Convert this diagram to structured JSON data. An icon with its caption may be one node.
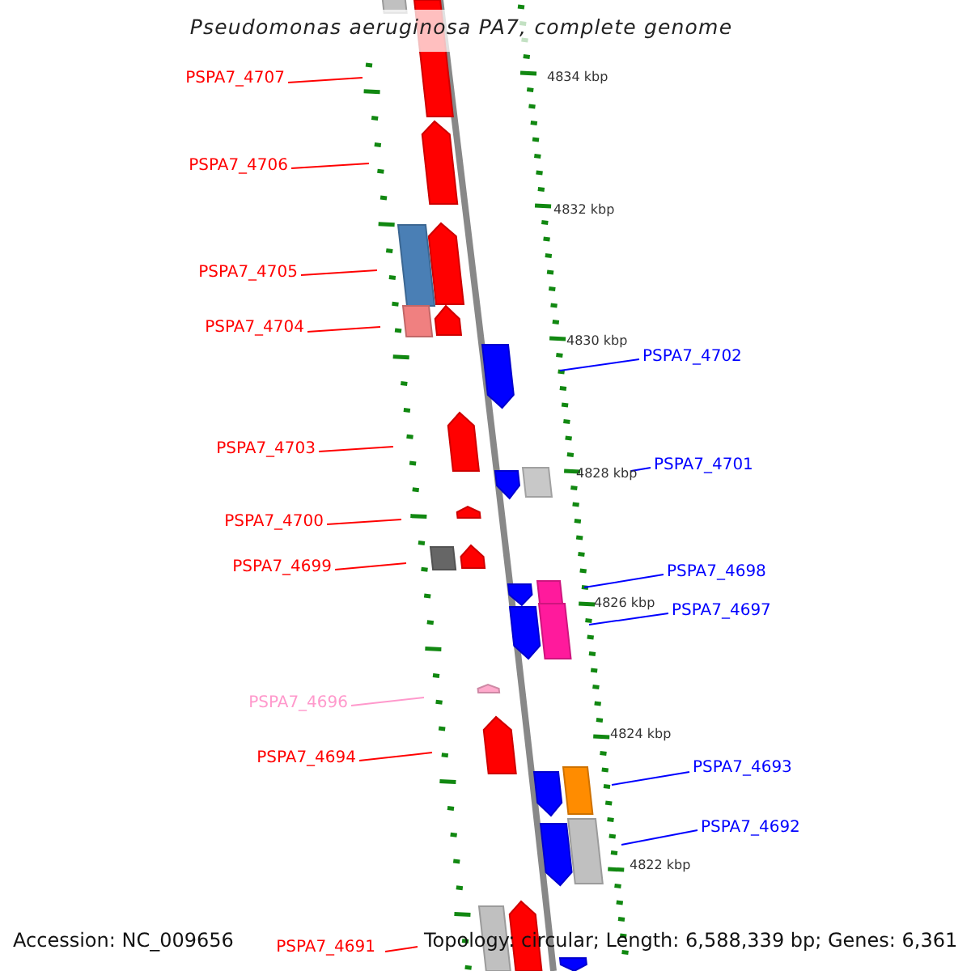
{
  "diagram": {
    "title": "Pseudomonas aeruginosa PA7, complete genome",
    "nodes": [
      {
        "text": [
          "PSPA7_4707"
        ]
      },
      {
        "text": [
          "PSPA7_4706"
        ]
      },
      {
        "text": [
          "PSPA7_4705"
        ]
      },
      {
        "text": [
          "PSPA7_4704"
        ]
      },
      {
        "text": [
          "PSPA7_4702"
        ]
      },
      {
        "text": [
          "PSPA7_4703"
        ]
      },
      {
        "text": [
          "PSPA7_4701"
        ]
      },
      {
        "text": [
          "PSPA7_4700"
        ]
      },
      {
        "text": [
          "PSPA7_4699"
        ]
      },
      {
        "text": [
          "PSPA7_4698"
        ]
      },
      {
        "text": [
          "PSPA7_4697"
        ]
      },
      {
        "text": [
          "PSPA7_4696"
        ]
      },
      {
        "text": [
          "PSPA7_4694"
        ]
      },
      {
        "text": [
          "PSPA7_4693"
        ]
      },
      {
        "text": [
          "PSPA7_4692"
        ]
      },
      {
        "text": [
          "PSPA7_4691"
        ]
      },
      {
        "text": [],
        "shape": "picture"
      }
    ],
    "edges": [
      {
        "from": 0,
        "to": 16,
        "arrow": "none"
      },
      {
        "from": 1,
        "to": 16,
        "arrow": "none"
      },
      {
        "from": 2,
        "to": 16,
        "arrow": "none"
      },
      {
        "from": 3,
        "to": 16,
        "arrow": "none"
      },
      {
        "from": 4,
        "to": 16,
        "arrow": "none",
        "color": "#0000ff"
      },
      {
        "from": 5,
        "to": 16,
        "arrow": "none"
      },
      {
        "from": 6,
        "to": 16,
        "arrow": "none",
        "color": "#0000ff"
      },
      {
        "from": 7,
        "to": 16,
        "arrow": "none"
      },
      {
        "from": 8,
        "to": 16,
        "arrow": "none"
      },
      {
        "from": 9,
        "to": 16,
        "arrow": "none",
        "color": "#0000ff"
      },
      {
        "from": 10,
        "to": 16,
        "arrow": "none",
        "color": "#0000ff"
      },
      {
        "from": 11,
        "to": 16,
        "arrow": "none",
        "color": "#ff99cc"
      },
      {
        "from": 12,
        "to": 16,
        "arrow": "none"
      },
      {
        "from": 13,
        "to": 16,
        "arrow": "none",
        "color": "#0000ff"
      },
      {
        "from": 14,
        "to": 16,
        "arrow": "none",
        "color": "#0000ff"
      },
      {
        "from": 15,
        "to": 16,
        "arrow": "none"
      }
    ],
    "labels": [
      "4834 kbp",
      "4832 kbp",
      "4830 kbp",
      "4828 kbp",
      "4826 kbp",
      "4824 kbp",
      "4822 kbp",
      "Accession: NC_009656",
      "Topology: circular; Length: 6,588,339 bp; Genes: 6,361"
    ]
  }
}
